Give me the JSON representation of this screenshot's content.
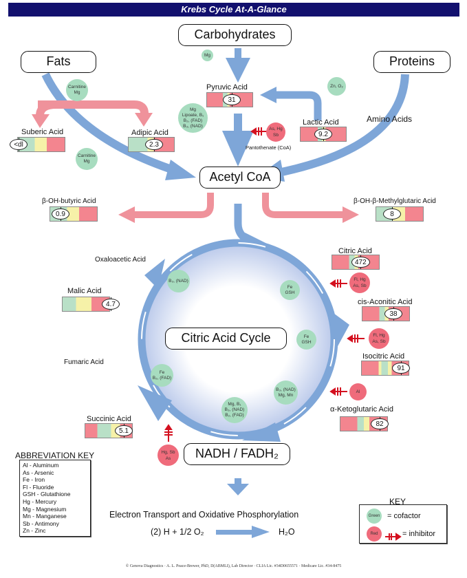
{
  "title": "Krebs Cycle At-A-Glance",
  "sources": {
    "carbohydrates": "Carbohydrates",
    "fats": "Fats",
    "proteins": "Proteins",
    "amino_acids": "Amino Acids"
  },
  "hubs": {
    "acetyl_coa": "Acetyl CoA",
    "citric_acid_cycle": "Citric Acid Cycle",
    "nadh": "NADH / FADH₂"
  },
  "acids": {
    "pyruvic": {
      "label": "Pyruvic Acid",
      "value": "31"
    },
    "lactic": {
      "label": "Lactic Acid",
      "value": "9.2"
    },
    "suberic": {
      "label": "Suberic Acid",
      "value": "<dl"
    },
    "adipic": {
      "label": "Adipic Acid",
      "value": "2.3"
    },
    "b_oh_butyric": {
      "label": "β-OH-butyric Acid",
      "value": "0.9"
    },
    "hmg": {
      "label": "β-OH-β-Methylglutaric Acid",
      "value": "8"
    },
    "citric": {
      "label": "Citric Acid",
      "value": "472"
    },
    "cis_aconitic": {
      "label": "cis-Aconitic Acid",
      "value": "38"
    },
    "isocitric": {
      "label": "Isocitric Acid",
      "value": "91"
    },
    "a_keto": {
      "label": "α-Ketoglutaric Acid",
      "value": "82"
    },
    "succinic": {
      "label": "Succinic Acid",
      "value": "5.1"
    },
    "malic": {
      "label": "Malic Acid",
      "value": "4.7"
    }
  },
  "unmeasured": {
    "oxaloacetic": "Oxaloacetic Acid",
    "fumaric": "Fumaric Acid"
  },
  "cofactors": {
    "mg_top": "Mg",
    "carnitine1": "Carnitine\nMg",
    "carnitine2": "Carnitine\nMg",
    "pdh": "Mg\nLipoate, B₁\nB₂, (FAD)\nB₃, (NAD)",
    "zn": "Zn, O₂",
    "pantothenate": "Pantothenate (CoA)",
    "malate_dh": "B₃, (NAD)",
    "aconitase1": "Fe\nGSH",
    "aconitase2": "Fe\nGSH",
    "succ_dh": "Fe\nB₂, (FAD)",
    "idh": "B₃, (NAD)\nMg, Mn",
    "akgdh": "Mg, B₁\nB₃, (NAD)\nB₂, (FAD)"
  },
  "inhibitors": {
    "pyruvate": "As, Hg\nSb",
    "citric": "Fl, Hg\nAs, Sb",
    "aconitic": "Fl, Hg\nAs, Sb",
    "akg": "Al",
    "nadh": "Hg, Sb\nAs"
  },
  "abbreviation_key": {
    "title": "ABBREVIATION KEY",
    "items": [
      "Al - Aluminum",
      "As - Arsenic",
      "Fe - Iron",
      "Fl - Fluoride",
      "GSH - Glutathione",
      "Hg - Mercury",
      "Mg - Magnesium",
      "Mn - Manganese",
      "Sb - Antimony",
      "Zn - Zinc"
    ]
  },
  "etc": {
    "title": "Electron Transport and Oxidative Phosphorylation",
    "left": "(2) H + 1/2 O₂",
    "right": "H₂O"
  },
  "key": {
    "title": "KEY",
    "green": "Green",
    "green_desc": "=  cofactor",
    "red": "Red",
    "red_desc": "=  inhibitor"
  },
  "footer": "© Genova Diagnostics · A. L. Peace-Brewer, PhD, D(ABMLI), Lab Director · CLIA Lic. #34D0655571 · Medicare Lic. #34-8475",
  "colors": {
    "banner": "#12106e",
    "flow_blue": "#7ea6d8",
    "branch_red": "#ef929b",
    "cofactor_green": "#a7dcbf",
    "inhibitor_red": "#ef6b7b"
  }
}
